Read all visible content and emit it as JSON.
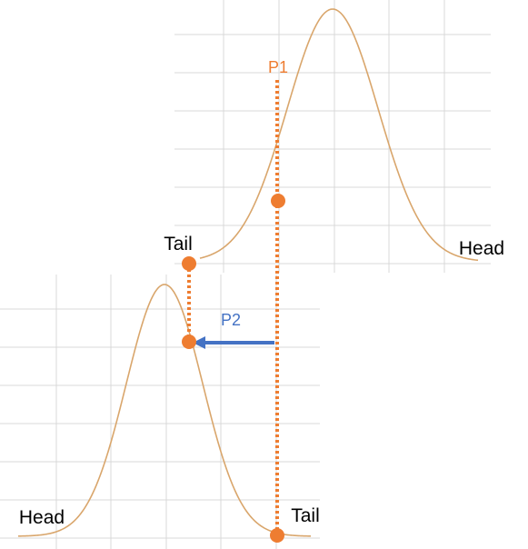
{
  "colors": {
    "grid": "#d9d9d9",
    "curve": "#d9a66c",
    "orange": "#ee7d31",
    "blue": "#4472c4",
    "text": "#000000"
  },
  "top_panel": {
    "tail_label": "Tail",
    "head_label": "Head"
  },
  "bottom_panel": {
    "tail_label": "Tail",
    "head_label": "Head"
  },
  "points": {
    "p1_label": "P1",
    "p2_label": "P2"
  }
}
